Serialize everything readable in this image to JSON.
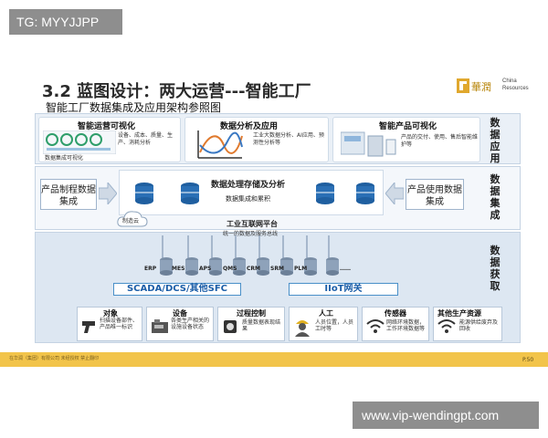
{
  "watermark_top": "TG: MYYJJPP",
  "watermark_bottom": "www.vip-wendingpt.com",
  "title": "3.2 蓝图设计：两大运营---智能工厂",
  "subtitle": "智能工厂数据集成及应用架构参照图",
  "logo": {
    "cn": "華潤",
    "en": "China Resources"
  },
  "layers": {
    "application": "数据应用",
    "integration": "数据集成",
    "acquisition": "数据获取"
  },
  "app_cards": [
    {
      "title": "智能运营可视化",
      "desc": "设备、成本、质量、生产、消耗分析",
      "note": "数据集成可视化"
    },
    {
      "title": "数据分析及应用",
      "desc": "工业大数据分析、AI应用、预测性分析等"
    },
    {
      "title": "智能产品可视化",
      "desc": "产品的交付、使用、售后智能维护等"
    }
  ],
  "integration": {
    "left_box": "产品制程数据集成",
    "right_box": "产品使用数据集成",
    "center_title": "数据处理存储及分析",
    "center_sub": "数据集成和累积",
    "cloud": "制造云",
    "platform_title": "工业互联网平台",
    "platform_sub": "统一的数据及服务总线"
  },
  "systems": [
    "ERP",
    "MES",
    "APS",
    "QMS",
    "CRM",
    "SRM",
    "PLM",
    "……"
  ],
  "bars": {
    "left": "SCADA/DCS/其他SFC",
    "right": "IIoT网关"
  },
  "sources": [
    {
      "title": "对象",
      "desc": "扫描设备部件、产品唯一标识"
    },
    {
      "title": "设备",
      "desc": "各类生产相关的设施设备状态"
    },
    {
      "title": "过程控制",
      "desc": "质量数据表现结果"
    },
    {
      "title": "人工",
      "desc": "人员位置，人员工时等"
    },
    {
      "title": "传感器",
      "desc": "网络环境数据，工作环境数据等"
    },
    {
      "title": "其他生产资源",
      "desc": "能源供给废弃及回收"
    }
  ],
  "footer": {
    "text": "在华润（集团）有限公司 未经授权 禁止翻印",
    "page": "P.50"
  },
  "colors": {
    "accent_blue": "#1c5ea8",
    "footer_yellow": "#f2c44a",
    "band_blue": "#dde7f2"
  }
}
